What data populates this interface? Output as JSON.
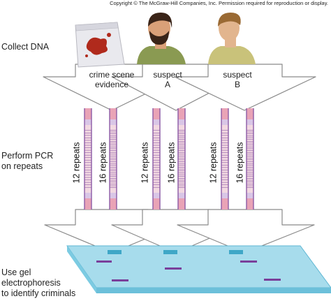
{
  "copyright": "Copyright © The McGraw-Hill Companies, Inc. Permission required for reproduction or display.",
  "steps": {
    "collect": "Collect DNA",
    "pcr": [
      "Perform PCR",
      "on repeats"
    ],
    "gel": [
      "Use gel",
      "electrophoresis",
      "to identify criminals"
    ]
  },
  "sources": [
    {
      "line1": "crime scene",
      "line2": "evidence"
    },
    {
      "line1": "suspect",
      "line2": "A"
    },
    {
      "line1": "suspect",
      "line2": "B"
    }
  ],
  "repeats": [
    "12 repeats",
    "16 repeats",
    "12 repeats",
    "16 repeats",
    "12 repeats",
    "16 repeats"
  ],
  "colors": {
    "arrow_fill": "#ffffff",
    "arrow_stroke": "#8a8a8a",
    "strand_pink": "#e9a3b6",
    "strand_light": "#f2d8e1",
    "strand_lilac": "#d9c6e6",
    "strand_purple": "#8c5aa6",
    "gel": "#9fd8ea",
    "gel_edge": "#5fb7d3",
    "band": "#7a3f9a"
  }
}
